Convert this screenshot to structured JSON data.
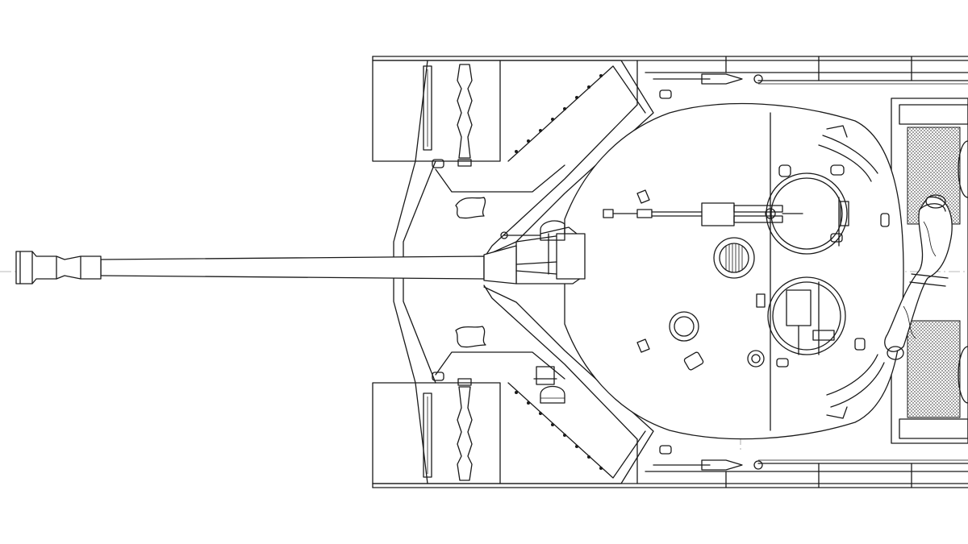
{
  "drawing": {
    "subject": "tank-top-view",
    "line_color": "#1a1a1a",
    "background": "#ffffff",
    "icons": [
      "gun-barrel",
      "muzzle-brake",
      "turret",
      "commander-hatch",
      "loader-hatch",
      "ventilator",
      "machine-gun",
      "periscope",
      "exhaust-pipe",
      "engine-grille",
      "track-fender",
      "headlight"
    ]
  }
}
